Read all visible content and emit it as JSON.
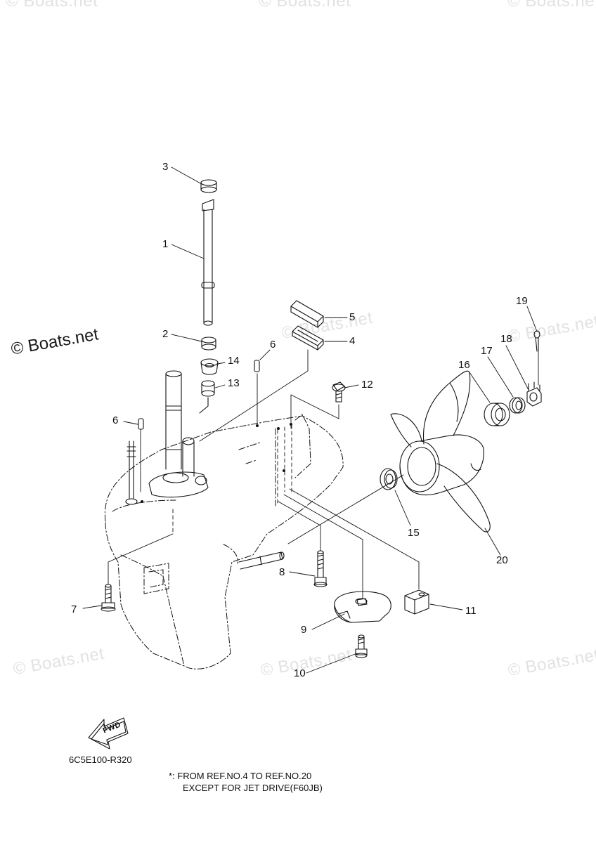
{
  "watermark": "© Boats.net",
  "callouts": [
    "1",
    "2",
    "3",
    "4",
    "5",
    "6",
    "6",
    "7",
    "8",
    "9",
    "10",
    "11",
    "12",
    "13",
    "14",
    "15",
    "16",
    "17",
    "18",
    "19",
    "20"
  ],
  "fwd_label": "FWD",
  "diagram_code": "6C5E100-R320",
  "note": {
    "line1": "*: FROM REF.NO.4 TO REF.NO.20",
    "line2": "EXCEPT FOR JET DRIVE(F60JB)"
  }
}
